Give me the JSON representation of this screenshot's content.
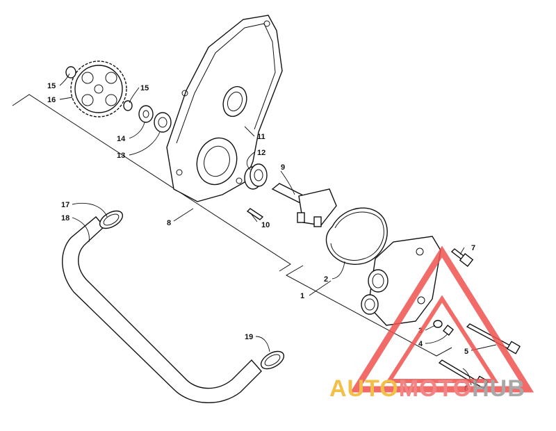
{
  "diagram": {
    "callouts": {
      "c1": "1",
      "c2": "2",
      "c3": "3",
      "c4": "4",
      "c5": "5",
      "c6": "6",
      "c7": "7",
      "c8": "8",
      "c9": "9",
      "c10": "10",
      "c11": "11",
      "c12": "12",
      "c13": "13",
      "c14": "14",
      "c15a": "15",
      "c15b": "15",
      "c16": "16",
      "c17": "17",
      "c18": "18",
      "c19": "19"
    }
  },
  "watermark": {
    "word_auto": "AUTO",
    "word_moto": "MOTO",
    "word_hub": "HUB",
    "colors": {
      "auto": "#f0b429",
      "moto": "#ef6f6f",
      "hub": "#9a9a9a",
      "triangle": "#ef5350"
    }
  }
}
